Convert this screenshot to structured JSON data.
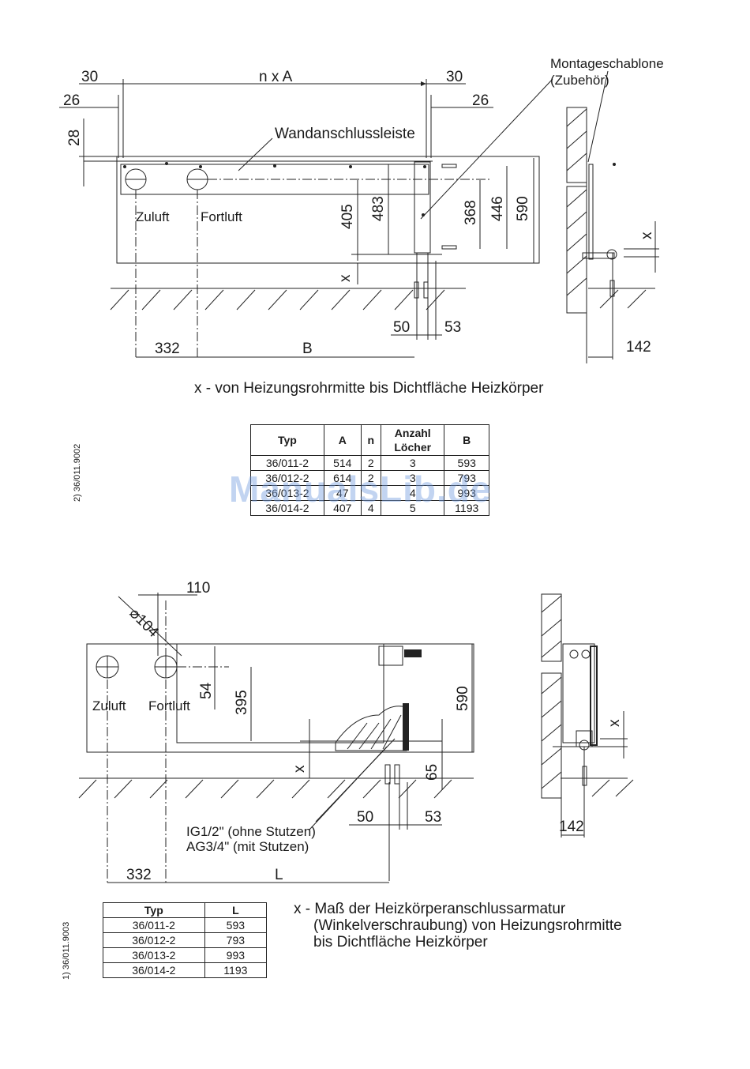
{
  "top_diagram": {
    "dims": {
      "d30_left": "30",
      "nxA": "n x A",
      "d30_right": "30",
      "d26_left": "26",
      "d26_right": "26",
      "d28": "28",
      "d405": "405",
      "d483": "483",
      "d368": "368",
      "d446": "446",
      "d590": "590",
      "x": "x",
      "d50": "50",
      "d53": "53",
      "d332": "332",
      "B": "B",
      "d142": "142",
      "x_side": "x"
    },
    "labels": {
      "wandanschlussleiste": "Wandanschlussleiste",
      "zuluft": "Zuluft",
      "fortluft": "Fortluft",
      "montage_line1": "Montageschablone",
      "montage_line2": "(Zubehör)"
    },
    "caption": "x - von Heizungsrohrmitte bis Dichtfläche Heizkörper"
  },
  "table_top": {
    "headers": [
      "Typ",
      "A",
      "n",
      "Anzahl Löcher",
      "B"
    ],
    "header_anzahl_line1": "Anzahl",
    "header_anzahl_line2": "Löcher",
    "rows": [
      [
        "36/011-2",
        "514",
        "2",
        "3",
        "593"
      ],
      [
        "36/012-2",
        "614",
        "2",
        "3",
        "793"
      ],
      [
        "36/013-2",
        "47",
        "",
        "4",
        "993"
      ],
      [
        "36/014-2",
        "407",
        "4",
        "5",
        "1193"
      ]
    ]
  },
  "watermark": "ManualsLib.de",
  "side_code_top": "2) 36/011.9002",
  "bottom_diagram": {
    "dims": {
      "d110": "110",
      "d104": "104",
      "d54": "54",
      "d395": "395",
      "d590": "590",
      "x": "x",
      "d65": "65",
      "d50": "50",
      "d53": "53",
      "d332": "332",
      "L": "L",
      "d142": "142",
      "x_side": "x"
    },
    "labels": {
      "zuluft": "Zuluft",
      "fortluft": "Fortluft",
      "ig": "IG1/2\" (ohne Stutzen)",
      "ag": "AG3/4\"   (mit Stutzen)"
    },
    "note_line1": "x - Maß der Heizkörperanschlussarmatur",
    "note_line2": "(Winkelverschraubung) von Heizungsrohrmitte",
    "note_line3": "bis Dichtfläche Heizkörper"
  },
  "table_bottom": {
    "headers": [
      "Typ",
      "L"
    ],
    "rows": [
      [
        "36/011-2",
        "593"
      ],
      [
        "36/012-2",
        "793"
      ],
      [
        "36/013-2",
        "993"
      ],
      [
        "36/014-2",
        "1193"
      ]
    ]
  },
  "side_code_bottom": "1) 36/011.9003"
}
